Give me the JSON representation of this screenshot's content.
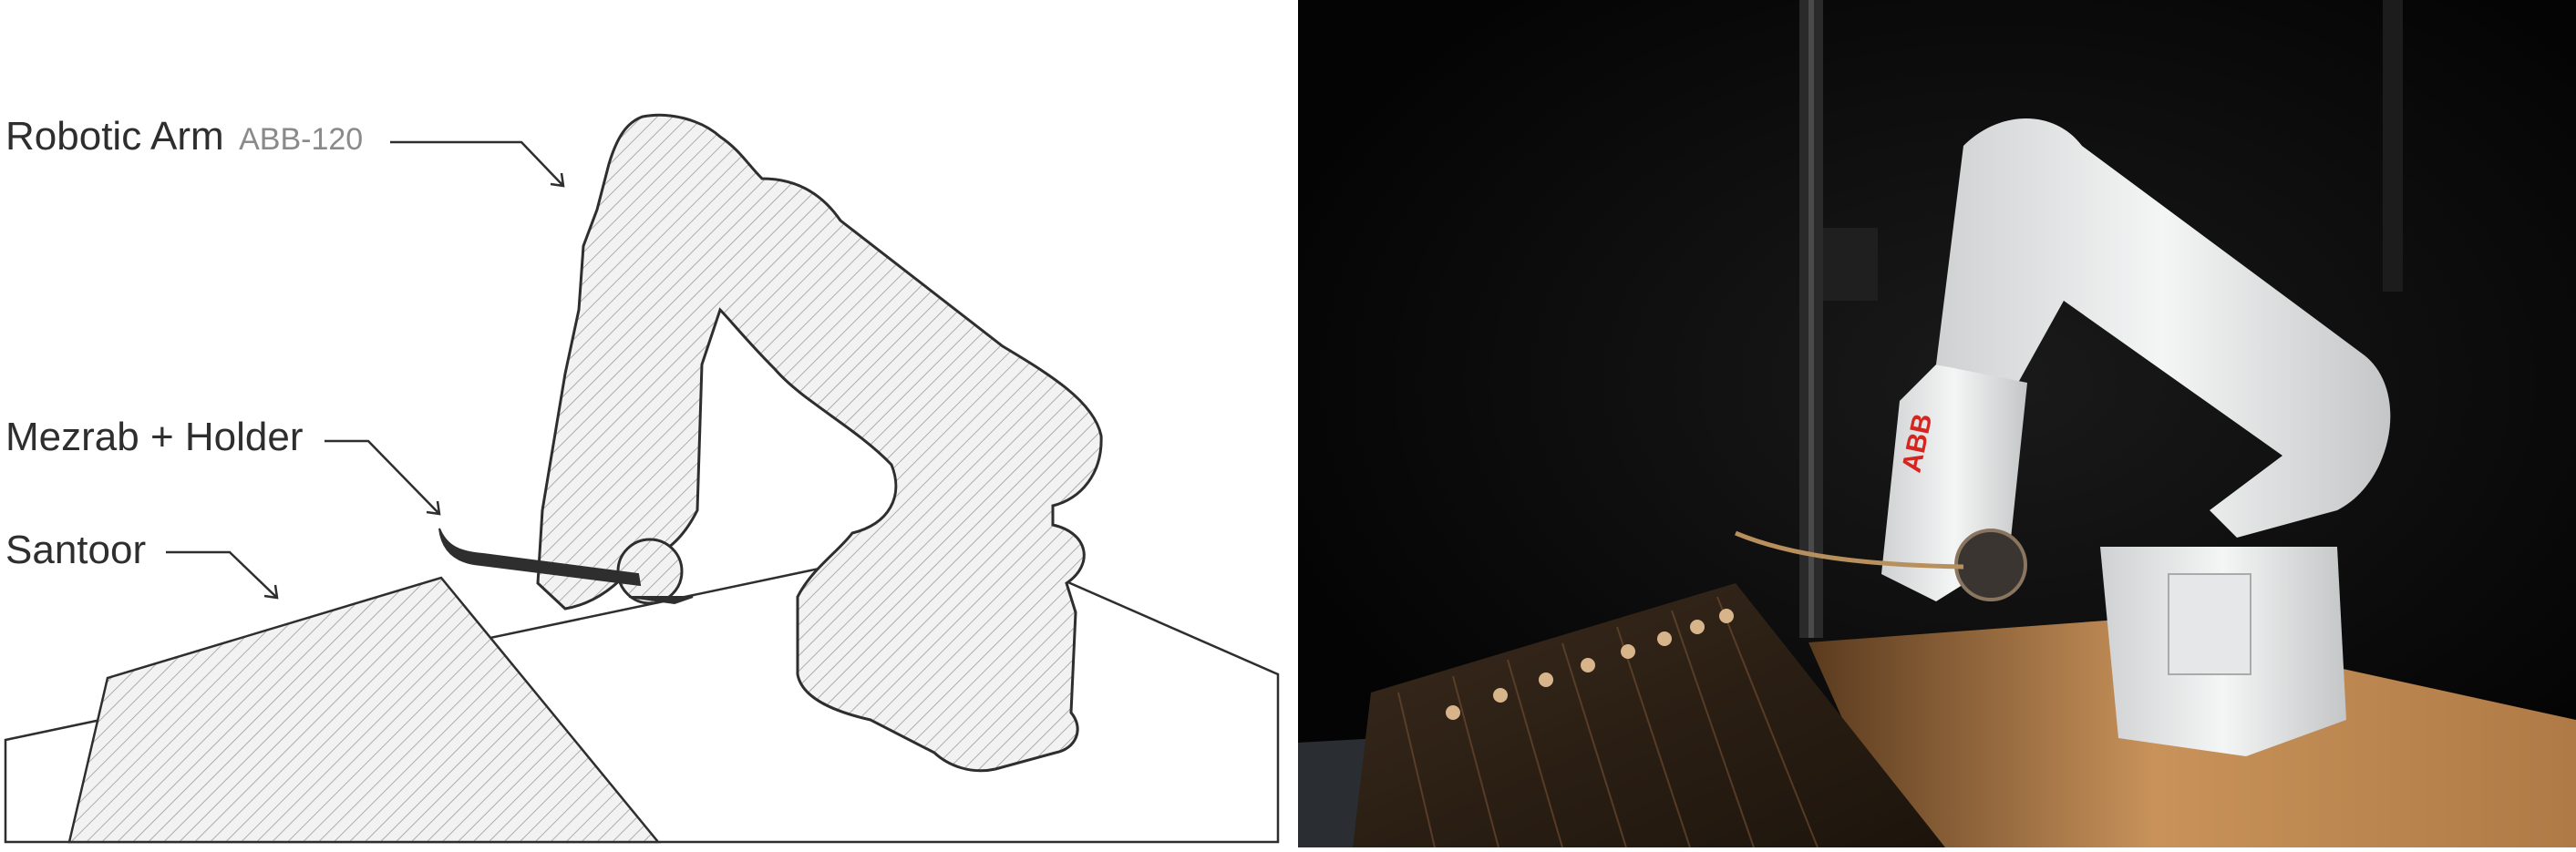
{
  "labels": {
    "robotic_arm": {
      "name": "Robotic Arm",
      "model": "ABB-120"
    },
    "mezrab": {
      "name": "Mezrab + Holder"
    },
    "santoor": {
      "name": "Santoor"
    }
  },
  "photo": {
    "brand_mark": "ABB"
  },
  "colors": {
    "outline": "#2e2e2e",
    "fill": "#f2f2f2",
    "hatch": "#9c9c9c",
    "brand_red": "#d6241f",
    "background_dark": "#060606",
    "wood": "#c8925a"
  }
}
